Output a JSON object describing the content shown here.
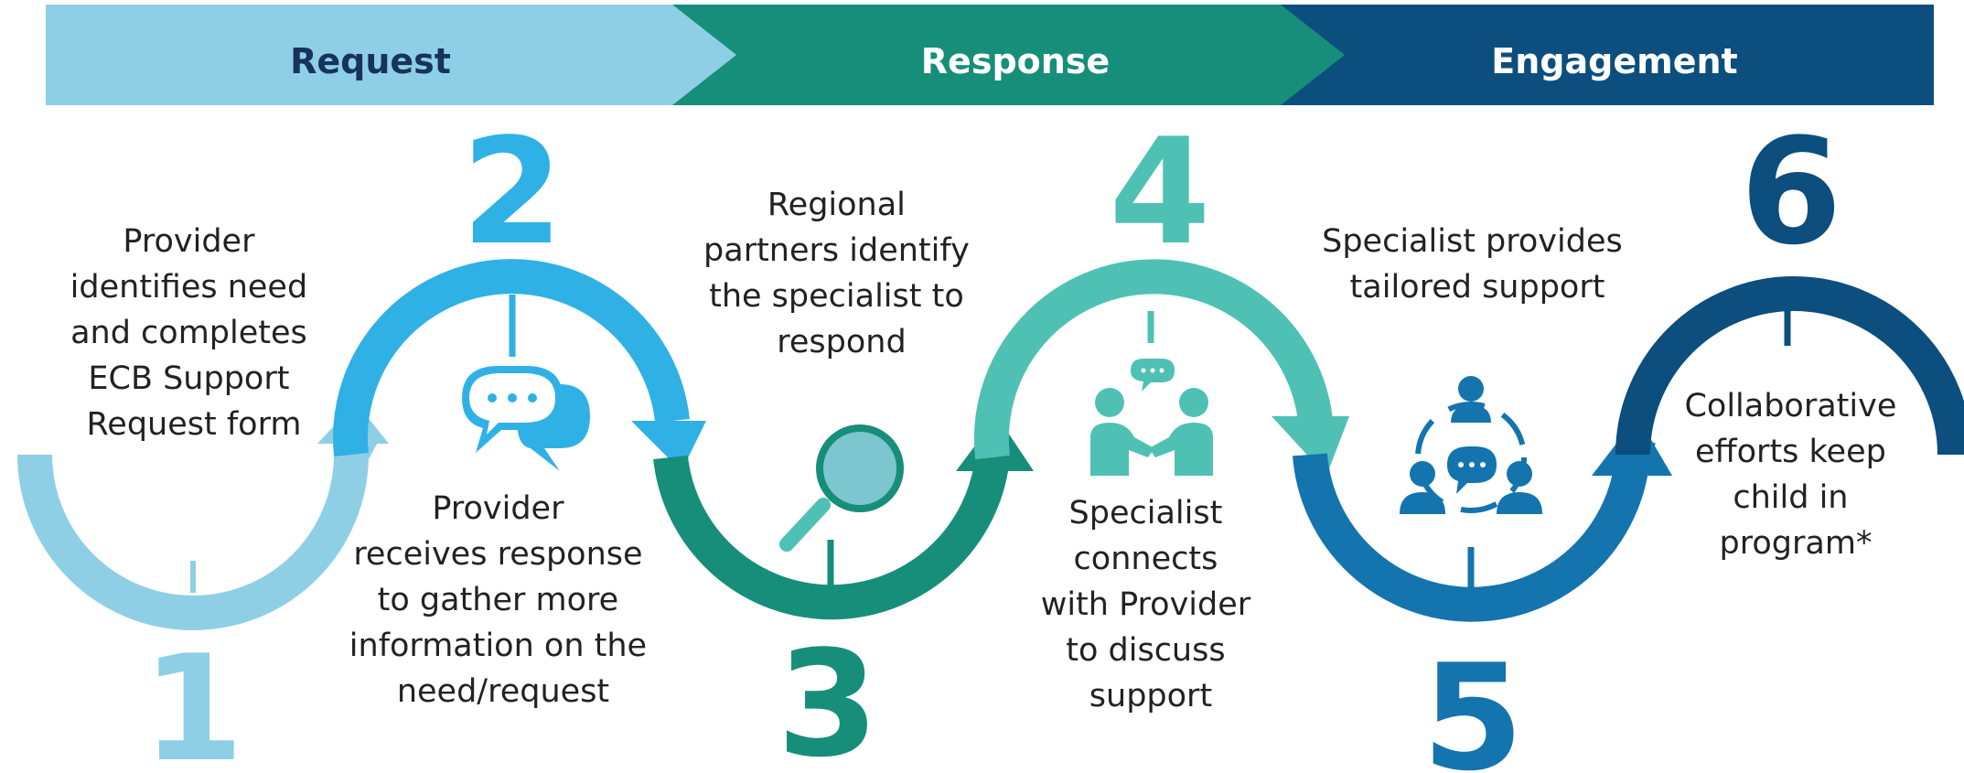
{
  "colors": {
    "request_band": "#8fcfe6",
    "response_band": "#178e7a",
    "engagement_band": "#0c4e7e",
    "request_text": "#16335c",
    "band_text_light": "#ffffff",
    "arc1": "#8fcfe6",
    "arc2": "#2fb1e6",
    "arc3": "#178e7a",
    "arc4": "#4fc1b4",
    "arc5": "#1474ae",
    "arc6": "#0c4e7e",
    "text": "#222222"
  },
  "phases": [
    {
      "label": "Request"
    },
    {
      "label": "Response"
    },
    {
      "label": "Engagement"
    }
  ],
  "steps": [
    {
      "number": "1",
      "lines": [
        "Provider",
        "identifies need",
        "and completes",
        "ECB Support",
        "Request form"
      ],
      "icon": null
    },
    {
      "number": "2",
      "lines": [
        "Provider",
        "receives response",
        "to gather more",
        "information on the",
        "need/request"
      ],
      "icon": "chat-bubbles-icon"
    },
    {
      "number": "3",
      "lines": [
        "Regional",
        "partners identify",
        "the specialist to",
        "respond"
      ],
      "icon": "magnifying-glass-icon"
    },
    {
      "number": "4",
      "lines": [
        "Specialist",
        "connects",
        "with Provider",
        "to discuss",
        "support"
      ],
      "icon": "handshake-people-icon"
    },
    {
      "number": "5",
      "lines": [
        "Specialist provides",
        "tailored support"
      ],
      "icon": "team-network-icon"
    },
    {
      "number": "6",
      "lines": [
        "Collaborative",
        "efforts  keep",
        "child in",
        "program*"
      ],
      "icon": null
    }
  ]
}
